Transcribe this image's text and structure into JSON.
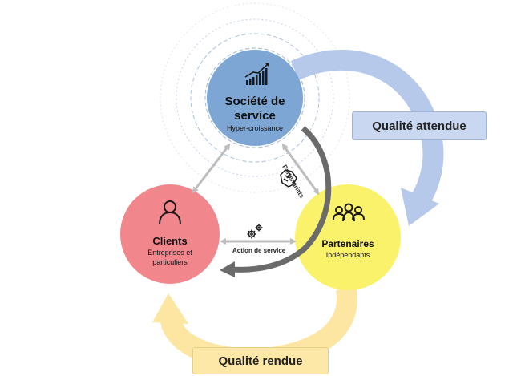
{
  "nodes": {
    "societe": {
      "title_line1": "Société de",
      "title_line2": "service",
      "subtitle": "Hyper-croissance"
    },
    "clients": {
      "title": "Clients",
      "subtitle_line1": "Entreprises et",
      "subtitle_line2": "particuliers"
    },
    "partenaires": {
      "title": "Partenaires",
      "subtitle": "Indépendants"
    }
  },
  "labels": {
    "qualite_attendue": "Qualité attendue",
    "qualite_rendue": "Qualité rendue",
    "action_de_service": "Action de service",
    "partenariats": "Partenariats"
  },
  "colors": {
    "societe": "#7ea6d4",
    "clients": "#f1868c",
    "partenaires": "#fbf26c",
    "arrow_blue": "#b7c9ea",
    "arrow_yellow": "#fde6a2",
    "box_blue": "#c9d7f1",
    "box_yellow": "#fde8a8",
    "dark_arrow": "#6b6b6b",
    "light_arrow": "#bdbdbd"
  },
  "icons": {
    "societe": "growth-chart-icon",
    "clients": "person-icon",
    "partenaires": "group-icon",
    "action": "gears-icon",
    "partenariats": "handshake-icon"
  }
}
